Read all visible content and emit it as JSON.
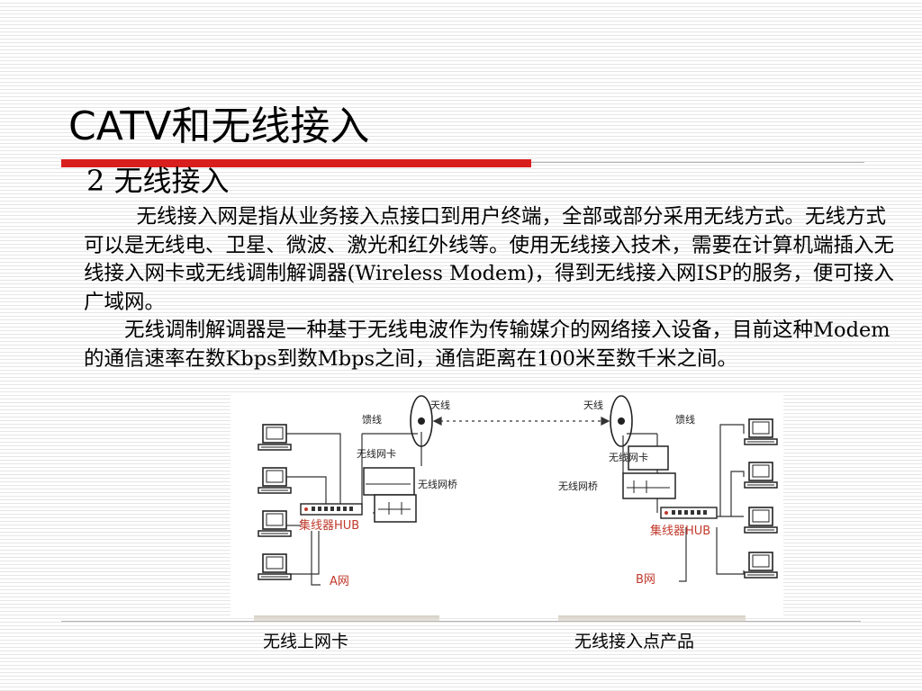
{
  "slide": {
    "title": "CATV和无线接入",
    "subtitle": "2  无线接入",
    "paragraphs": [
      "无线接入网是指从业务接入点接口到用户终端，全部或部分采用无线方式。无线方式可以是无线电、卫星、微波、激光和红外线等。使用无线接入技术，需要在计算机端插入无线接入网卡或无线调制解调器(Wireless Modem)，得到无线接入网ISP的服务，便可接入广域网。",
      "无线调制解调器是一种基于无线电波作为传输媒介的网络接入设备，目前这种Modem 的通信速率在数Kbps到数Mbps之间，通信距离在100米至数千米之间。"
    ],
    "captions": {
      "left": "无线上网卡",
      "right": "无线接入点产品"
    },
    "accent_color": "#d91e1e"
  },
  "diagram": {
    "left": {
      "cable": "馈线",
      "antenna": "天线",
      "card": "无线网卡",
      "bridge": "无线网桥",
      "hub": "集线器HUB",
      "network": "A网"
    },
    "right": {
      "cable": "馈线",
      "antenna": "天线",
      "card": "无线网卡",
      "bridge": "无线网桥",
      "hub": "集线器HUB",
      "network": "B网"
    },
    "label_color": "#c0392b"
  }
}
